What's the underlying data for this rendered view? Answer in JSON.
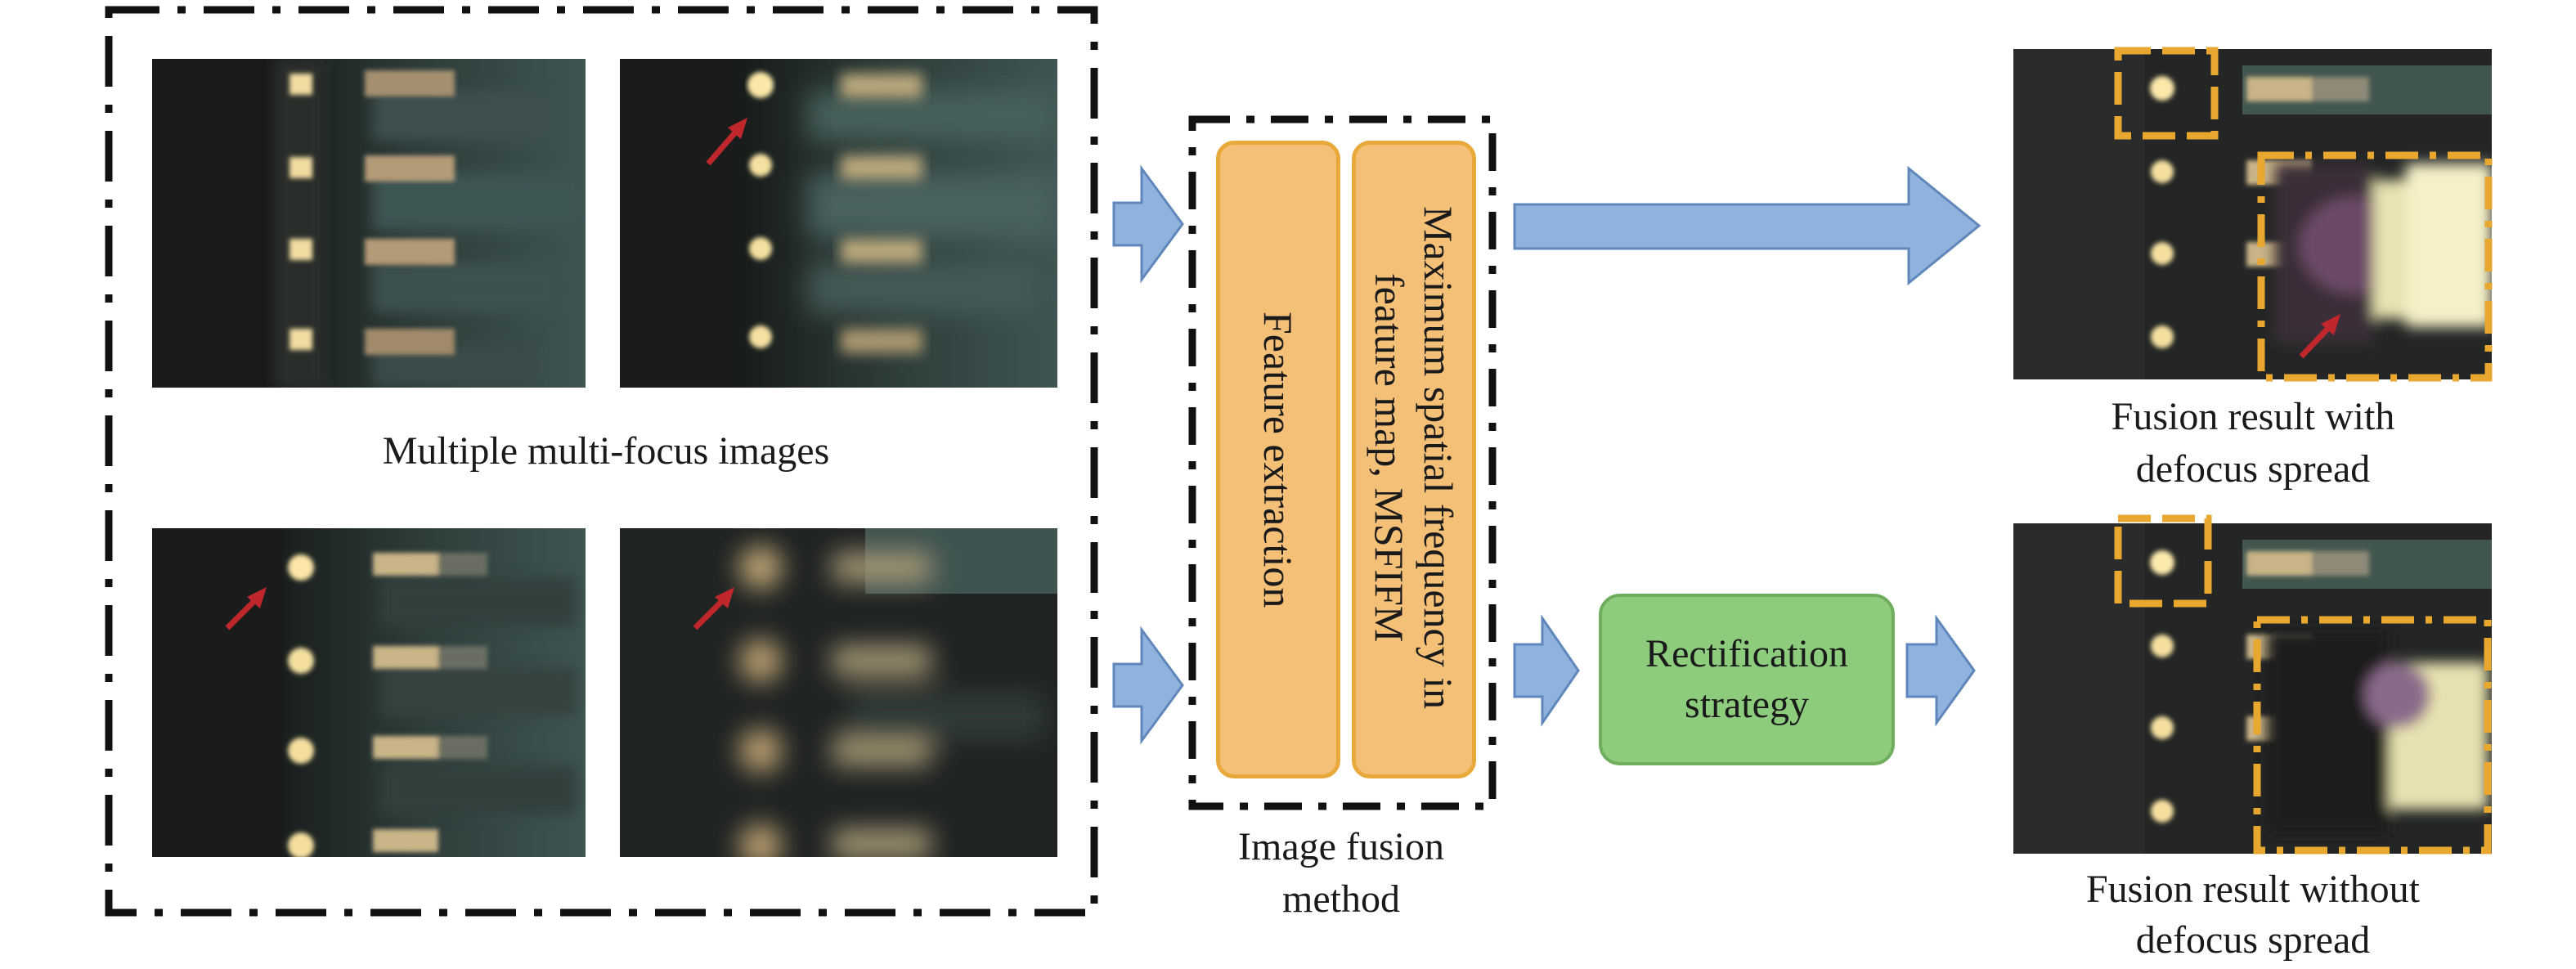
{
  "inputs": {
    "label": "Multiple multi-focus images"
  },
  "method": {
    "block1": "Feature extraction",
    "block2": "Maximum spatial frequency in feature map, MSFIFM",
    "label_line1": "Image fusion",
    "label_line2": "method"
  },
  "rectification": {
    "line1": "Rectification",
    "line2": "strategy"
  },
  "outputs": {
    "with_spread_line1": "Fusion result with",
    "with_spread_line2": "defocus spread",
    "without_spread_line1": "Fusion result without",
    "without_spread_line2": "defocus spread"
  },
  "colors": {
    "arrow_fill": "#8fb3dd",
    "arrow_stroke": "#5f87bb",
    "fusion_block": "#f4c078",
    "rectification_box": "#8dcc7c",
    "highlight_dash": "#e8a830",
    "pointer_arrow": "#c0272d"
  }
}
